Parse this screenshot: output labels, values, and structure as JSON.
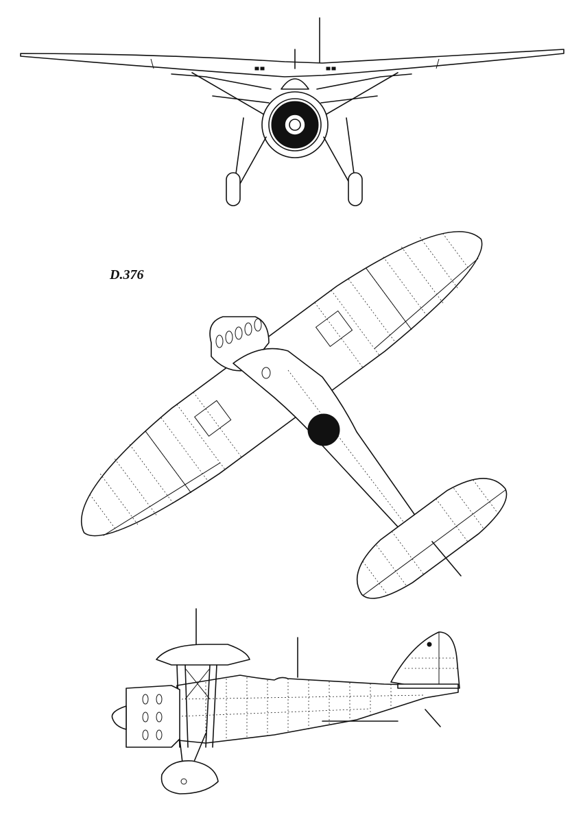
{
  "designation": "D.376",
  "views": {
    "front": "front-view",
    "plan": "plan-view",
    "side": "side-view"
  },
  "colors": {
    "ink": "#111111",
    "paper": "#ffffff"
  }
}
